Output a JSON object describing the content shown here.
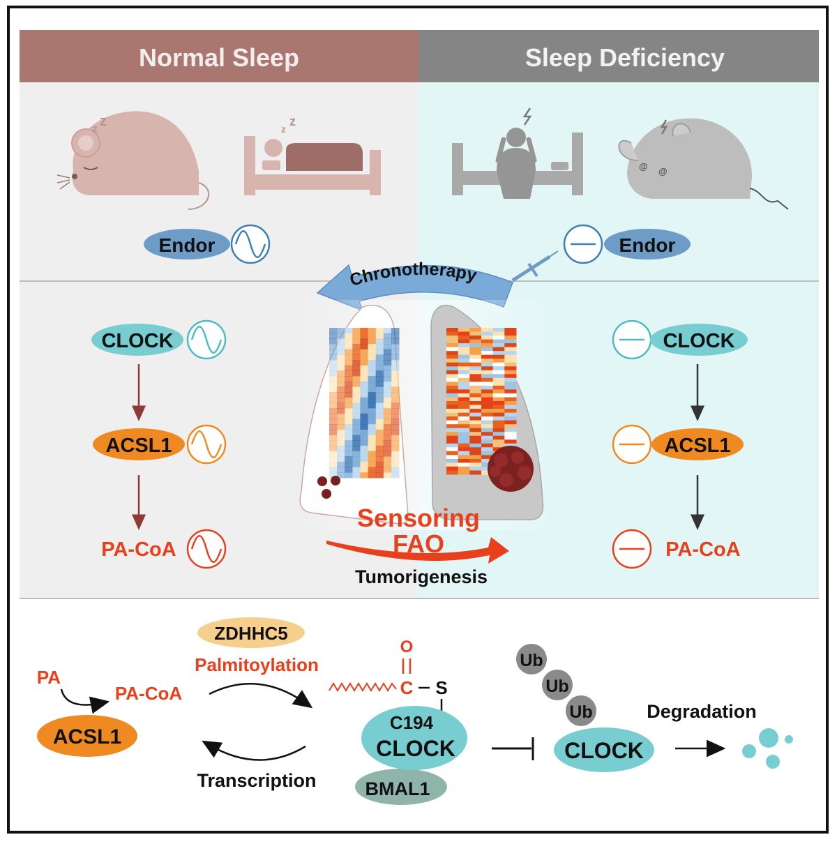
{
  "header": {
    "left_title": "Normal Sleep",
    "right_title": "Sleep Deficiency"
  },
  "endor": {
    "left_label": "Endor",
    "right_label": "Endor"
  },
  "chronotherapy_label": "Chronotherapy",
  "normal_pathway": {
    "clock": "CLOCK",
    "acsl1": "ACSL1",
    "pacoa": "PA-CoA"
  },
  "deficient_pathway": {
    "clock": "CLOCK",
    "acsl1": "ACSL1",
    "pacoa": "PA-CoA"
  },
  "center": {
    "sensoring": "Sensoring",
    "fao": "FAO",
    "tumorigenesis": "Tumorigenesis"
  },
  "mechanism": {
    "pa": "PA",
    "pacoa": "PA-CoA",
    "acsl1": "ACSL1",
    "zdhhc5": "ZDHHC5",
    "palmitoylation": "Palmitoylation",
    "transcription": "Transcription",
    "oxygen": "O",
    "carbon": "C",
    "sulfur": "S",
    "c194": "C194",
    "clock": "CLOCK",
    "bmal1": "BMAL1",
    "ub1": "Ub",
    "ub2": "Ub",
    "ub3": "Ub",
    "clock_degraded": "CLOCK",
    "degradation": "Degradation"
  },
  "colors": {
    "normal_header": "#a97670",
    "deficiency_header": "#858585",
    "normal_bg": "#efefef",
    "deficiency_bg": "#e3f6f6",
    "endor_blue": "#6d9cc6",
    "clock_teal": "#78cdd1",
    "acsl1_orange": "#ef8a23",
    "pacoa_red": "#e8401c",
    "arrow_brown": "#8e3b36"
  }
}
